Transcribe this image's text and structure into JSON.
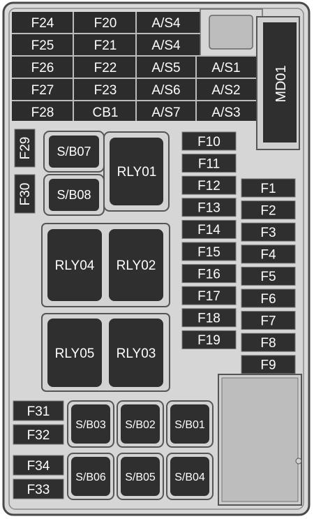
{
  "fuse_grid": {
    "rows": [
      [
        "F24",
        "F20",
        "A/S4",
        ""
      ],
      [
        "F25",
        "F21",
        "A/S4",
        ""
      ],
      [
        "F26",
        "F22",
        "A/S5",
        "A/S1"
      ],
      [
        "F27",
        "F23",
        "A/S6",
        "A/S2"
      ],
      [
        "F28",
        "CB1",
        "A/S7",
        "A/S3"
      ]
    ]
  },
  "md01": "MD01",
  "vertical_fuses": {
    "f29": "F29",
    "f30": "F30"
  },
  "small_relays": {
    "sb07": "S/B07",
    "sb08": "S/B08"
  },
  "relays": {
    "rly01": "RLY01",
    "rly04": "RLY04",
    "rly02": "RLY02",
    "rly05": "RLY05",
    "rly03": "RLY03"
  },
  "fuse_col_left": [
    "F10",
    "F11",
    "F12",
    "F13",
    "F14",
    "F15",
    "F16",
    "F17",
    "F18",
    "F19"
  ],
  "fuse_col_right": [
    "F1",
    "F2",
    "F3",
    "F4",
    "F5",
    "F6",
    "F7",
    "F8",
    "F9"
  ],
  "bottom_left_fuses": [
    "F31",
    "F32",
    "F34",
    "F33"
  ],
  "sb_row_top": [
    "S/B03",
    "S/B02",
    "S/B01"
  ],
  "sb_row_bottom": [
    "S/B06",
    "S/B05",
    "S/B04"
  ],
  "colors": {
    "housing": "#d8d8d8",
    "outline": "#555555",
    "component": "#2f2f2f",
    "label_text": "#ffffff"
  }
}
